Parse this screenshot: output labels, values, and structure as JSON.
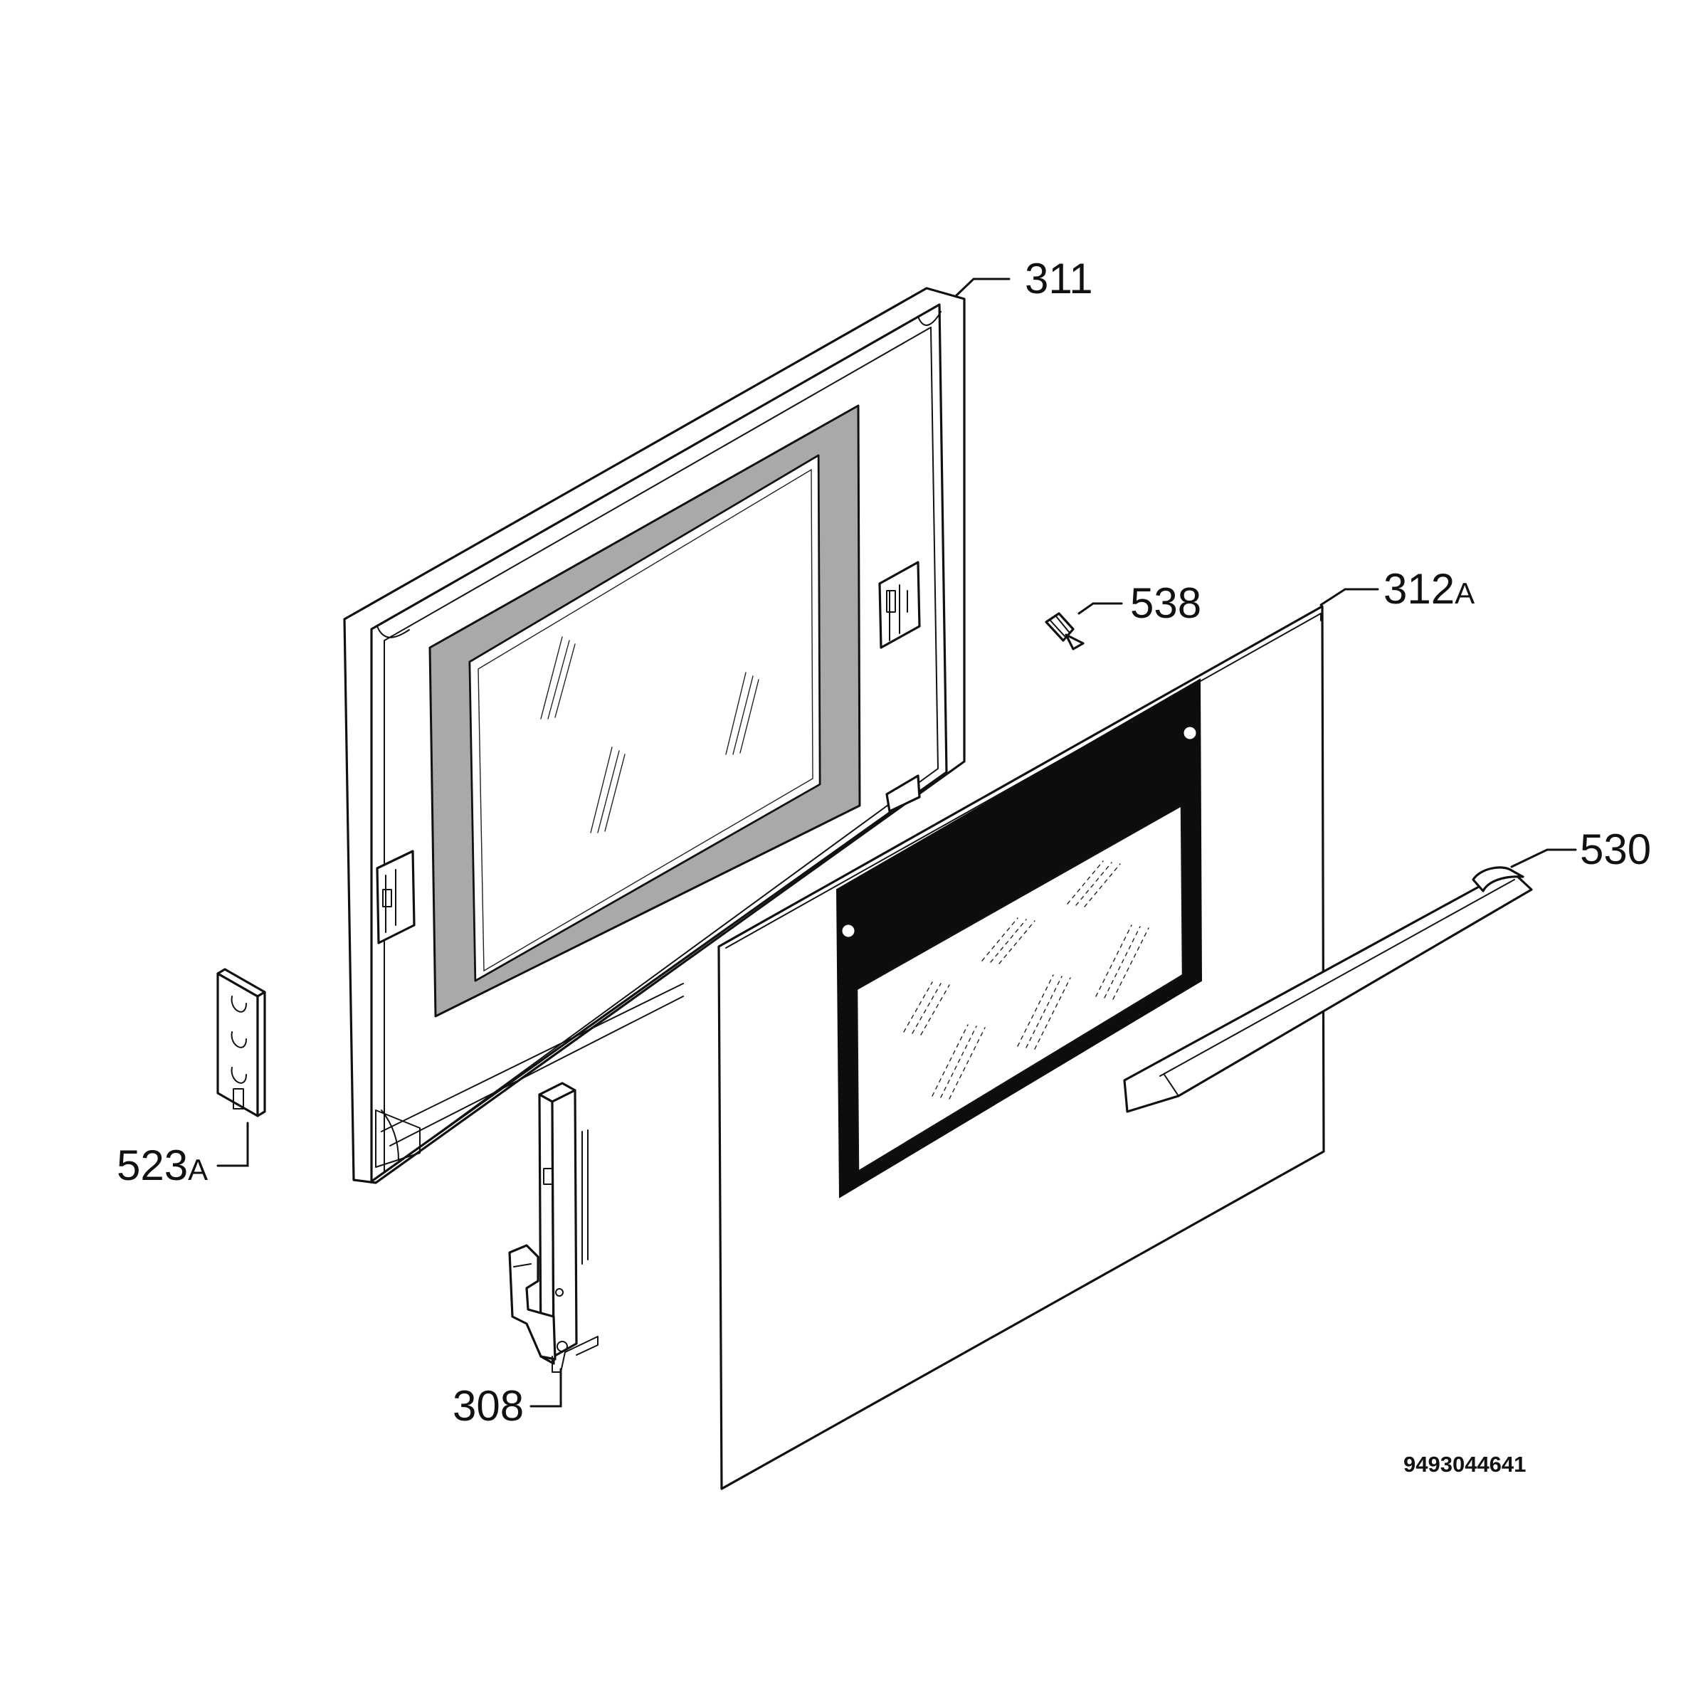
{
  "diagram": {
    "type": "exploded-parts-view",
    "callouts": [
      {
        "id": "c311",
        "number": "311",
        "suffix": ""
      },
      {
        "id": "c538",
        "number": "538",
        "suffix": ""
      },
      {
        "id": "c312a",
        "number": "312",
        "suffix": "A"
      },
      {
        "id": "c530",
        "number": "530",
        "suffix": ""
      },
      {
        "id": "c523a",
        "number": "523",
        "suffix": "A"
      },
      {
        "id": "c308",
        "number": "308",
        "suffix": ""
      }
    ],
    "reference_code": "9493044641"
  },
  "colors": {
    "line": "#111111",
    "background": "#ffffff",
    "gasket": "#a9a9a9",
    "panel_dark": "#0d0d0d"
  }
}
